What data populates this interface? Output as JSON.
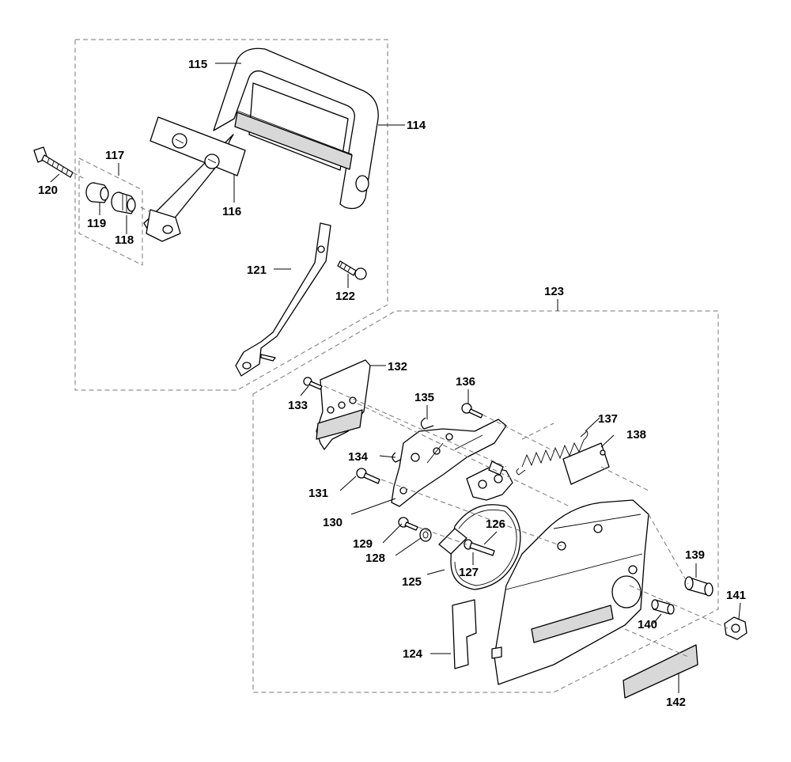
{
  "diagram": {
    "callouts": {
      "c114": "114",
      "c115": "115",
      "c116": "116",
      "c117": "117",
      "c118": "118",
      "c119": "119",
      "c120": "120",
      "c121": "121",
      "c122": "122",
      "c123": "123",
      "c124": "124",
      "c125": "125",
      "c126": "126",
      "c127": "127",
      "c128": "128",
      "c129": "129",
      "c130": "130",
      "c131": "131",
      "c132": "132",
      "c133": "133",
      "c134": "134",
      "c135": "135",
      "c136": "136",
      "c137": "137",
      "c138": "138",
      "c139": "139",
      "c140": "140",
      "c141": "141",
      "c142": "142"
    }
  }
}
